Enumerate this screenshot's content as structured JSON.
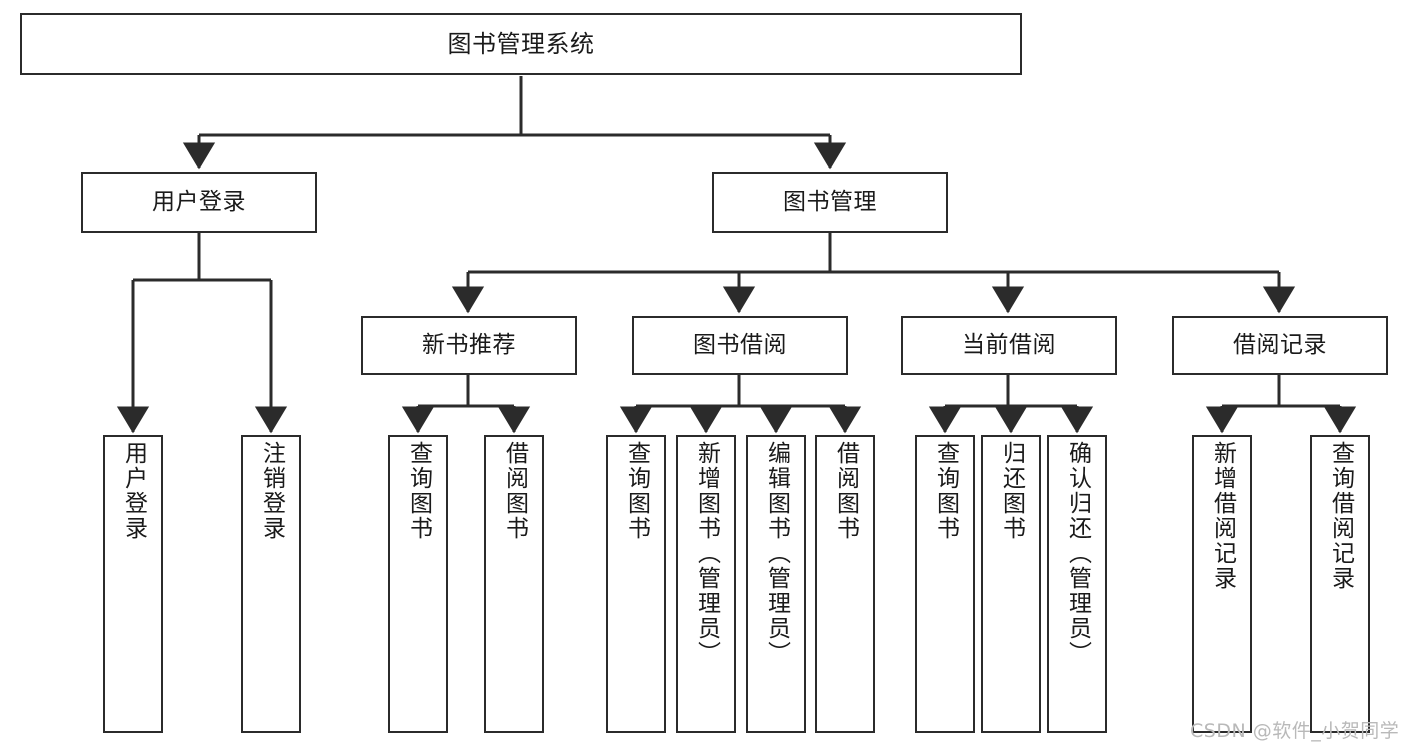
{
  "diagram": {
    "type": "tree",
    "title": "图书管理系统",
    "colors": {
      "stroke": "#2b2b2b",
      "fill": "#ffffff",
      "text": "#1a1a1a",
      "watermark": "#b9b9b9",
      "background": "#ffffff"
    },
    "watermark": "CSDN @软件_小贺同学"
  },
  "nodes": {
    "root": {
      "label": "图书管理系统"
    },
    "level2": [
      {
        "id": "user-login",
        "label": "用户登录"
      },
      {
        "id": "book-manage",
        "label": "图书管理"
      }
    ],
    "level3": [
      {
        "id": "new-book-recommend",
        "label": "新书推荐"
      },
      {
        "id": "book-borrow",
        "label": "图书借阅"
      },
      {
        "id": "current-borrow",
        "label": "当前借阅"
      },
      {
        "id": "borrow-record",
        "label": "借阅记录"
      }
    ],
    "leaves": {
      "user-login": [
        {
          "id": "leaf-user-login",
          "label": "用户登录"
        },
        {
          "id": "leaf-user-logout",
          "label": "注销登录"
        }
      ],
      "new-book-recommend": [
        {
          "id": "leaf-query-book-1",
          "label": "查询图书"
        },
        {
          "id": "leaf-borrow-book-1",
          "label": "借阅图书"
        }
      ],
      "book-borrow": [
        {
          "id": "leaf-query-book-2",
          "label": "查询图书"
        },
        {
          "id": "leaf-add-book",
          "label": "新增图书（管理员）"
        },
        {
          "id": "leaf-edit-book",
          "label": "编辑图书（管理员）"
        },
        {
          "id": "leaf-borrow-book-2",
          "label": "借阅图书"
        }
      ],
      "current-borrow": [
        {
          "id": "leaf-query-book-3",
          "label": "查询图书"
        },
        {
          "id": "leaf-return-book",
          "label": "归还图书"
        },
        {
          "id": "leaf-confirm-return",
          "label": "确认归还（管理员）"
        }
      ],
      "borrow-record": [
        {
          "id": "leaf-add-record",
          "label": "新增借阅记录"
        },
        {
          "id": "leaf-query-record",
          "label": "查询借阅记录"
        }
      ]
    }
  }
}
